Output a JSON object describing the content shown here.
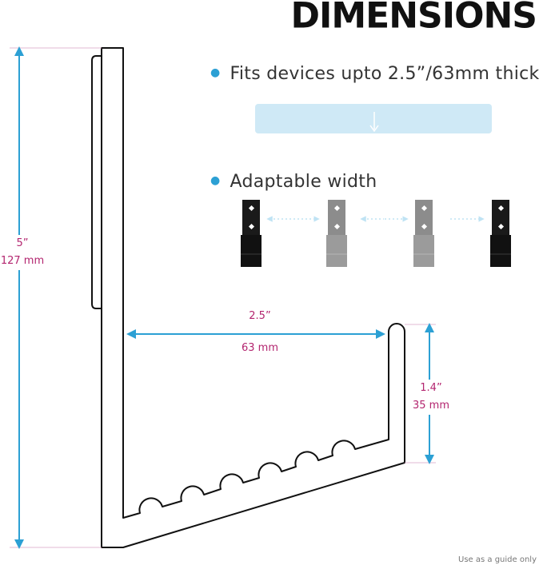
{
  "title": "DIMENSIONS",
  "features": [
    {
      "text": "Fits devices upto 2.5”/63mm thick"
    },
    {
      "text": "Adaptable width"
    }
  ],
  "dimensions": {
    "height": {
      "imperial": "5”",
      "metric": "127 mm"
    },
    "width": {
      "imperial": "2.5”",
      "metric": "63 mm"
    },
    "depth": {
      "imperial": "1.4”",
      "metric": "35 mm"
    }
  },
  "colors": {
    "accent_blue": "#2ca0d4",
    "label_magenta": "#b3256f",
    "slot_bar": "#cfe9f6"
  },
  "note": "Use as a guide only"
}
